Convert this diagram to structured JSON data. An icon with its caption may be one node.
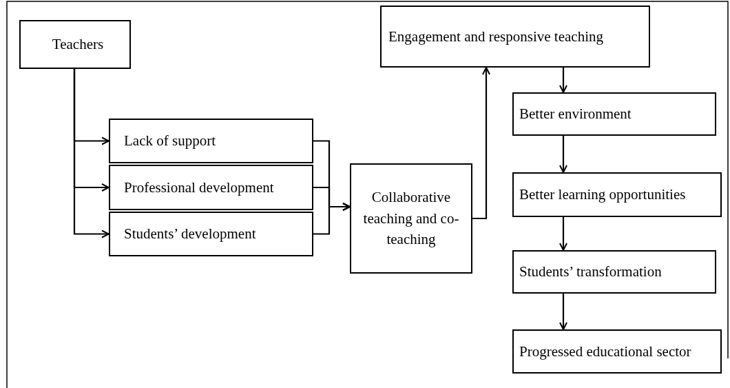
{
  "diagram": {
    "nodes": [
      {
        "text": [
          "Teachers"
        ]
      },
      {
        "text": [
          "Lack of support"
        ]
      },
      {
        "text": [
          "Professional development"
        ]
      },
      {
        "text": [
          "Students’ development"
        ]
      },
      {
        "text": [
          "Collaborative teaching and co-teaching"
        ]
      },
      {
        "text": [
          "Engagement and responsive teaching"
        ]
      },
      {
        "text": [
          "Better environment"
        ]
      },
      {
        "text": [
          "Better learning opportunities"
        ]
      },
      {
        "text": [
          "Students’ transformation"
        ]
      },
      {
        "text": [
          "Progressed educational sector"
        ]
      }
    ],
    "edges": [
      {
        "from": 0,
        "to": 1,
        "arrow": "to"
      },
      {
        "from": 0,
        "to": 2,
        "arrow": "to"
      },
      {
        "from": 0,
        "to": 3,
        "arrow": "to"
      },
      {
        "from": 1,
        "to": 4,
        "arrow": "to"
      },
      {
        "from": 2,
        "to": 4,
        "arrow": "to"
      },
      {
        "from": 3,
        "to": 4,
        "arrow": "to"
      },
      {
        "from": 4,
        "to": 5,
        "arrow": "to"
      },
      {
        "from": 5,
        "to": 6,
        "arrow": "to"
      },
      {
        "from": 6,
        "to": 7,
        "arrow": "to"
      },
      {
        "from": 7,
        "to": 8,
        "arrow": "to"
      },
      {
        "from": 8,
        "to": 9,
        "arrow": "to"
      }
    ]
  }
}
